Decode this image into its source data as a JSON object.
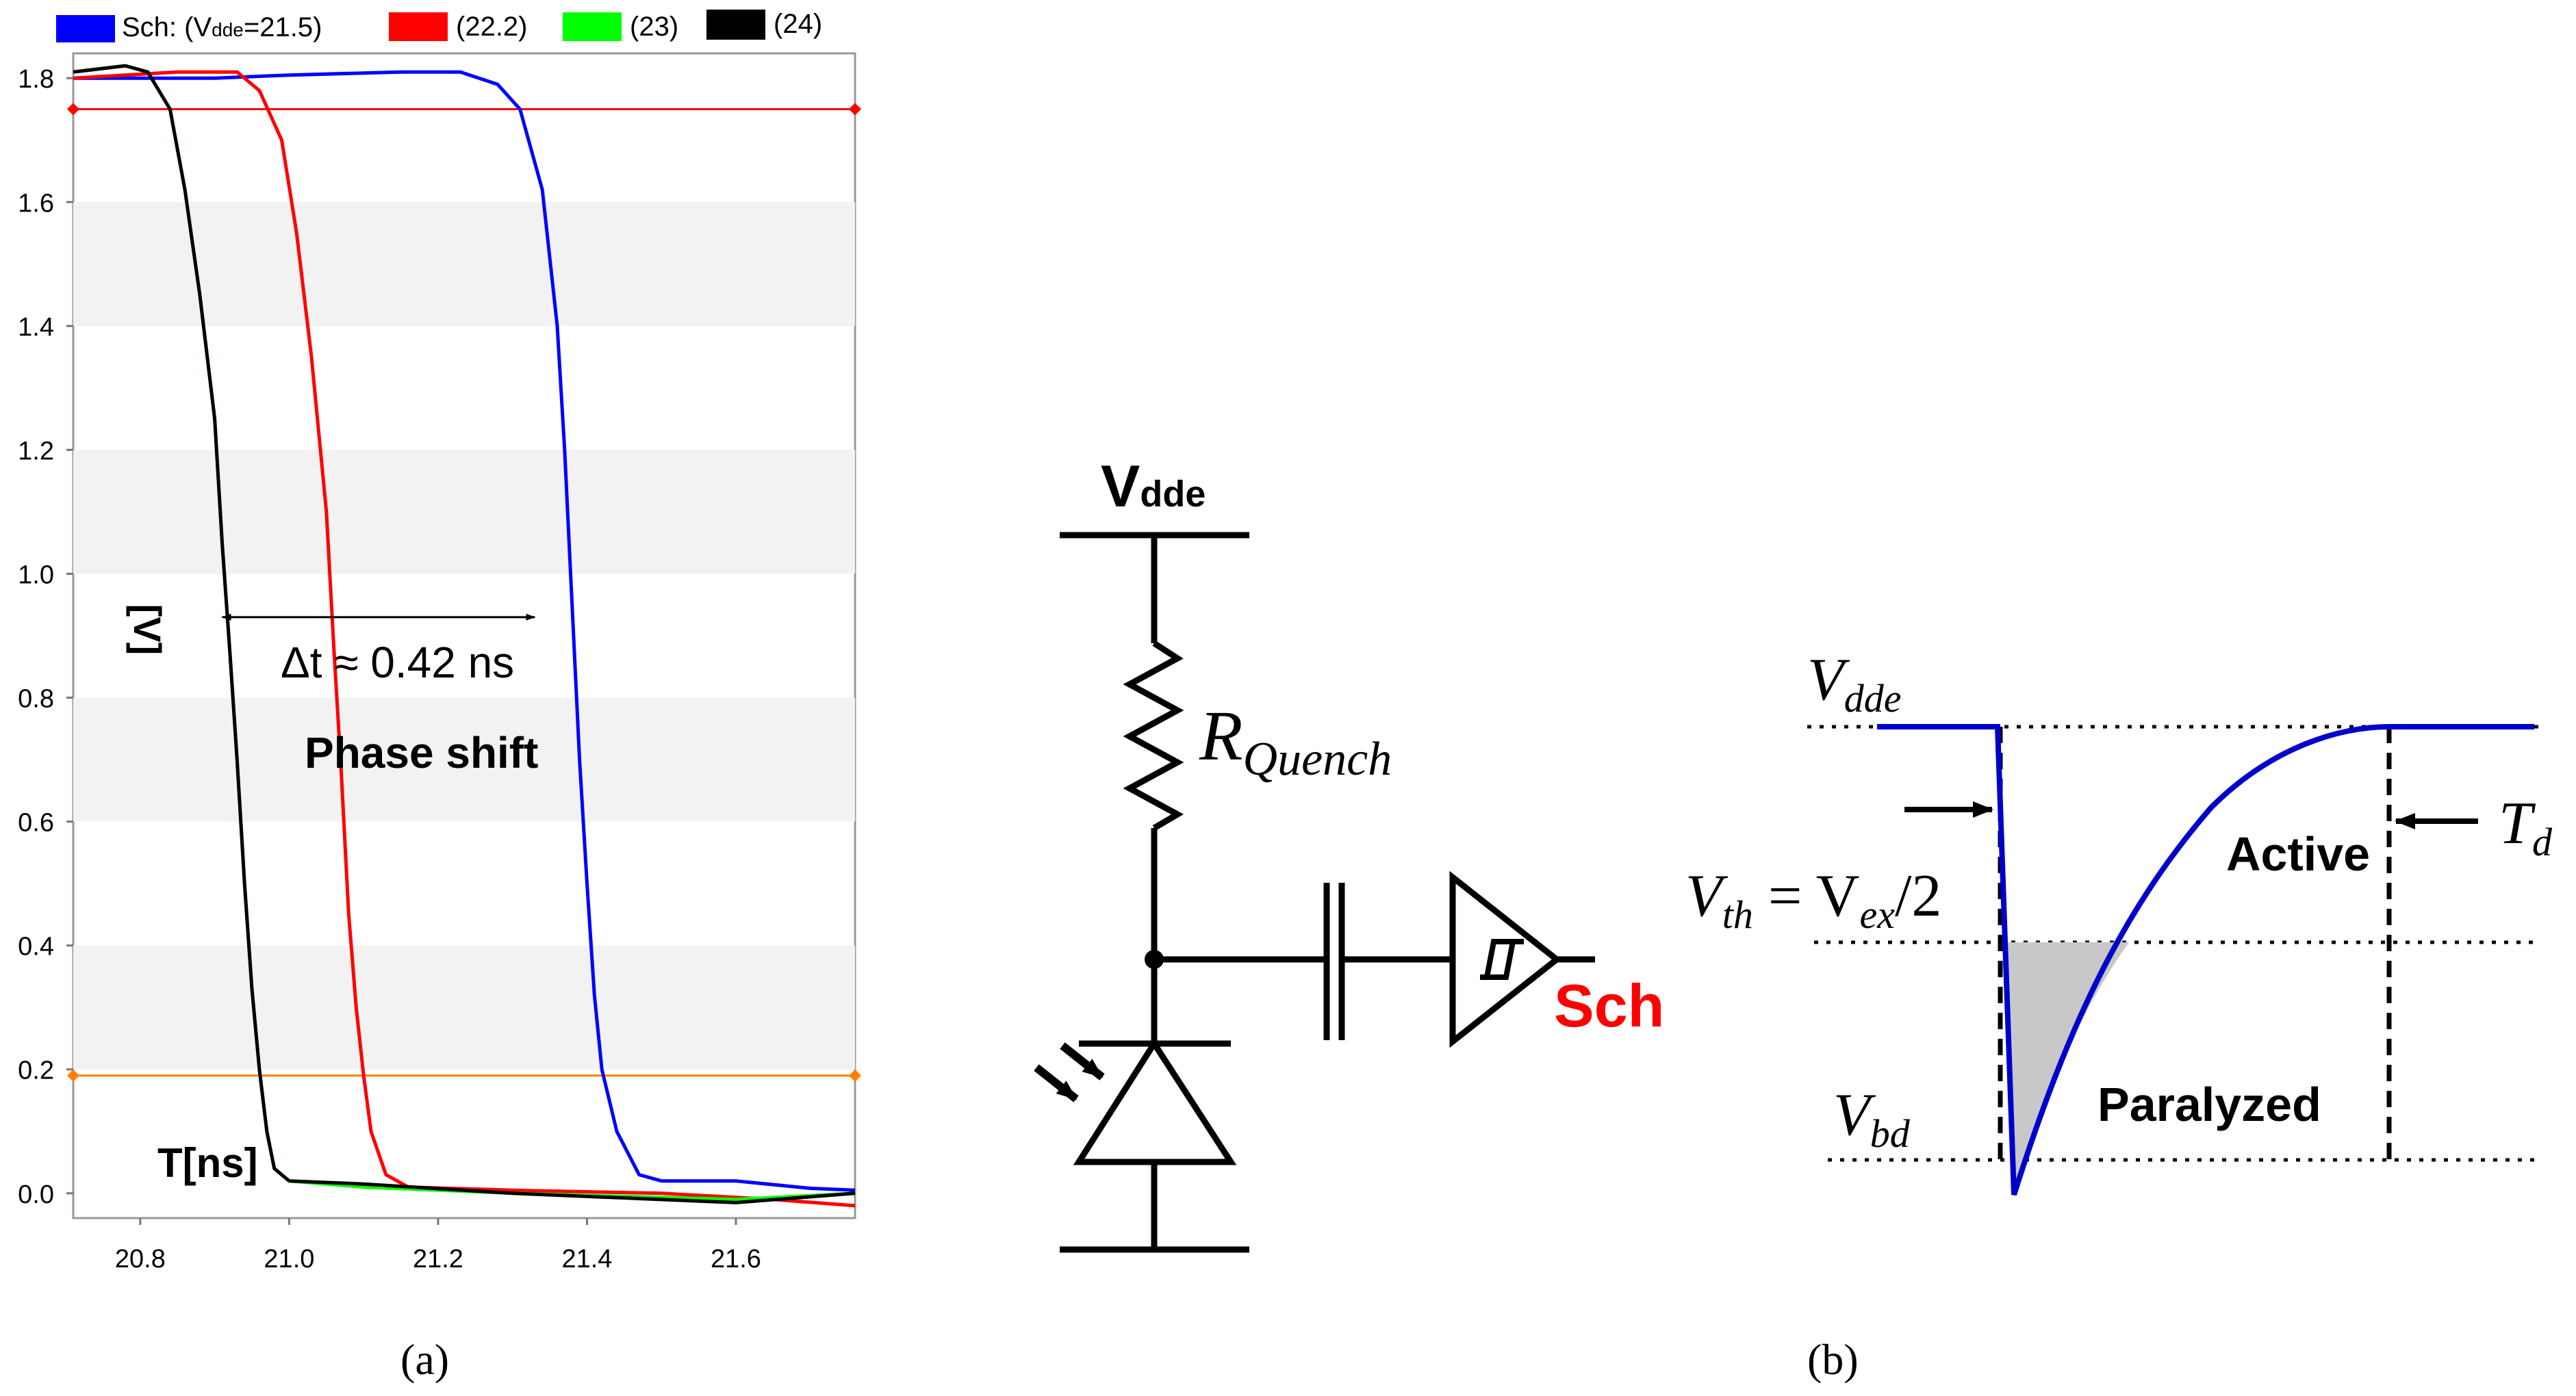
{
  "chart_data": {
    "type": "line",
    "legend": {
      "placement": "top",
      "entries": [
        {
          "label_prefix": "Sch: (V",
          "label_sub": "dde",
          "label_suffix": "=21.5)",
          "color": "#0000ff"
        },
        {
          "label": "(22.2)",
          "color": "#ff0000"
        },
        {
          "label": "(23)",
          "color": "#00ff00"
        },
        {
          "label": "(24)",
          "color": "#000000"
        }
      ]
    },
    "xlim": [
      20.71,
      21.76
    ],
    "ylim": [
      -0.04,
      1.84
    ],
    "xticks": [
      "20.8",
      "21.0",
      "21.2",
      "21.4",
      "21.6"
    ],
    "xtick_values": [
      20.8,
      21.0,
      21.2,
      21.4,
      21.6
    ],
    "yticks": [
      "0.0",
      "0.2",
      "0.4",
      "0.6",
      "0.8",
      "1.0",
      "1.2",
      "1.4",
      "1.6",
      "1.8"
    ],
    "ytick_values": [
      0.0,
      0.2,
      0.4,
      0.6,
      0.8,
      1.0,
      1.2,
      1.4,
      1.6,
      1.8
    ],
    "xlabel": "T[ns]",
    "ylabel": "[V]",
    "grid": "horizontal bands",
    "cursors": [
      {
        "y": 1.75,
        "color": "#ff0000"
      },
      {
        "y": 0.19,
        "color": "#ff8000"
      }
    ],
    "annotation": {
      "text": "Δt ≈ 0.42 ns",
      "x_from": 20.91,
      "x_to": 21.33,
      "y": 0.93
    },
    "annotation_label": "Phase shift",
    "series": [
      {
        "name": "Sch: (Vdde=21.5)",
        "color": "#0000ff",
        "points": [
          [
            20.71,
            1.8
          ],
          [
            20.8,
            1.8
          ],
          [
            20.9,
            1.8
          ],
          [
            21.0,
            1.805
          ],
          [
            21.15,
            1.81
          ],
          [
            21.23,
            1.81
          ],
          [
            21.28,
            1.79
          ],
          [
            21.31,
            1.75
          ],
          [
            21.34,
            1.62
          ],
          [
            21.36,
            1.4
          ],
          [
            21.37,
            1.2
          ],
          [
            21.38,
            0.95
          ],
          [
            21.39,
            0.7
          ],
          [
            21.4,
            0.5
          ],
          [
            21.41,
            0.32
          ],
          [
            21.42,
            0.2
          ],
          [
            21.44,
            0.1
          ],
          [
            21.47,
            0.03
          ],
          [
            21.5,
            0.02
          ],
          [
            21.6,
            0.02
          ],
          [
            21.7,
            0.008
          ],
          [
            21.76,
            0.005
          ]
        ]
      },
      {
        "name": "(22.2)",
        "color": "#ff0000",
        "points": [
          [
            20.71,
            1.8
          ],
          [
            20.85,
            1.81
          ],
          [
            20.93,
            1.81
          ],
          [
            20.96,
            1.78
          ],
          [
            20.99,
            1.7
          ],
          [
            21.01,
            1.55
          ],
          [
            21.03,
            1.35
          ],
          [
            21.05,
            1.1
          ],
          [
            21.06,
            0.88
          ],
          [
            21.07,
            0.68
          ],
          [
            21.08,
            0.45
          ],
          [
            21.09,
            0.3
          ],
          [
            21.1,
            0.19
          ],
          [
            21.11,
            0.1
          ],
          [
            21.13,
            0.03
          ],
          [
            21.16,
            0.01
          ],
          [
            21.3,
            0.005
          ],
          [
            21.5,
            0.0
          ],
          [
            21.65,
            -0.01
          ],
          [
            21.76,
            -0.02
          ]
        ]
      },
      {
        "name": "(23)",
        "color": "#00ff00",
        "points": [
          [
            20.71,
            1.81
          ],
          [
            20.78,
            1.82
          ],
          [
            20.81,
            1.81
          ],
          [
            20.84,
            1.75
          ],
          [
            20.86,
            1.62
          ],
          [
            20.88,
            1.45
          ],
          [
            20.9,
            1.25
          ],
          [
            20.91,
            1.05
          ],
          [
            20.92,
            0.88
          ],
          [
            20.93,
            0.7
          ],
          [
            20.94,
            0.5
          ],
          [
            20.95,
            0.33
          ],
          [
            20.96,
            0.2
          ],
          [
            20.97,
            0.1
          ],
          [
            20.98,
            0.04
          ],
          [
            21.0,
            0.02
          ],
          [
            21.1,
            0.01
          ],
          [
            21.3,
            0.0
          ],
          [
            21.6,
            -0.01
          ],
          [
            21.76,
            0.0
          ]
        ]
      },
      {
        "name": "(24)",
        "color": "#000000",
        "points": [
          [
            20.71,
            1.81
          ],
          [
            20.78,
            1.82
          ],
          [
            20.81,
            1.81
          ],
          [
            20.84,
            1.75
          ],
          [
            20.86,
            1.62
          ],
          [
            20.88,
            1.45
          ],
          [
            20.9,
            1.25
          ],
          [
            20.91,
            1.05
          ],
          [
            20.92,
            0.88
          ],
          [
            20.93,
            0.7
          ],
          [
            20.94,
            0.5
          ],
          [
            20.95,
            0.33
          ],
          [
            20.96,
            0.2
          ],
          [
            20.97,
            0.1
          ],
          [
            20.98,
            0.04
          ],
          [
            21.0,
            0.02
          ],
          [
            21.1,
            0.015
          ],
          [
            21.3,
            0.0
          ],
          [
            21.6,
            -0.015
          ],
          [
            21.76,
            0.0
          ]
        ]
      }
    ]
  },
  "circuit": {
    "supply_label": "V",
    "supply_sub": "dde",
    "resistor_label": "R",
    "resistor_sub": "Quench",
    "output_label": "Sch",
    "output_color": "#ff0000"
  },
  "waveform": {
    "vdde_label": "V",
    "vdde_sub": "dde",
    "vth_label": "V",
    "vth_sub": "th",
    "vth_eq": " = V",
    "vex_sub": "ex",
    "vth_tail": "/2",
    "vbd_label": "V",
    "vbd_sub": "bd",
    "td_label": "T",
    "td_sub": "d",
    "active_label": "Active",
    "paralyzed_label": "Paralyzed",
    "curve_color": "#0000cc"
  },
  "captions": {
    "a": "(a)",
    "b": "(b)"
  }
}
